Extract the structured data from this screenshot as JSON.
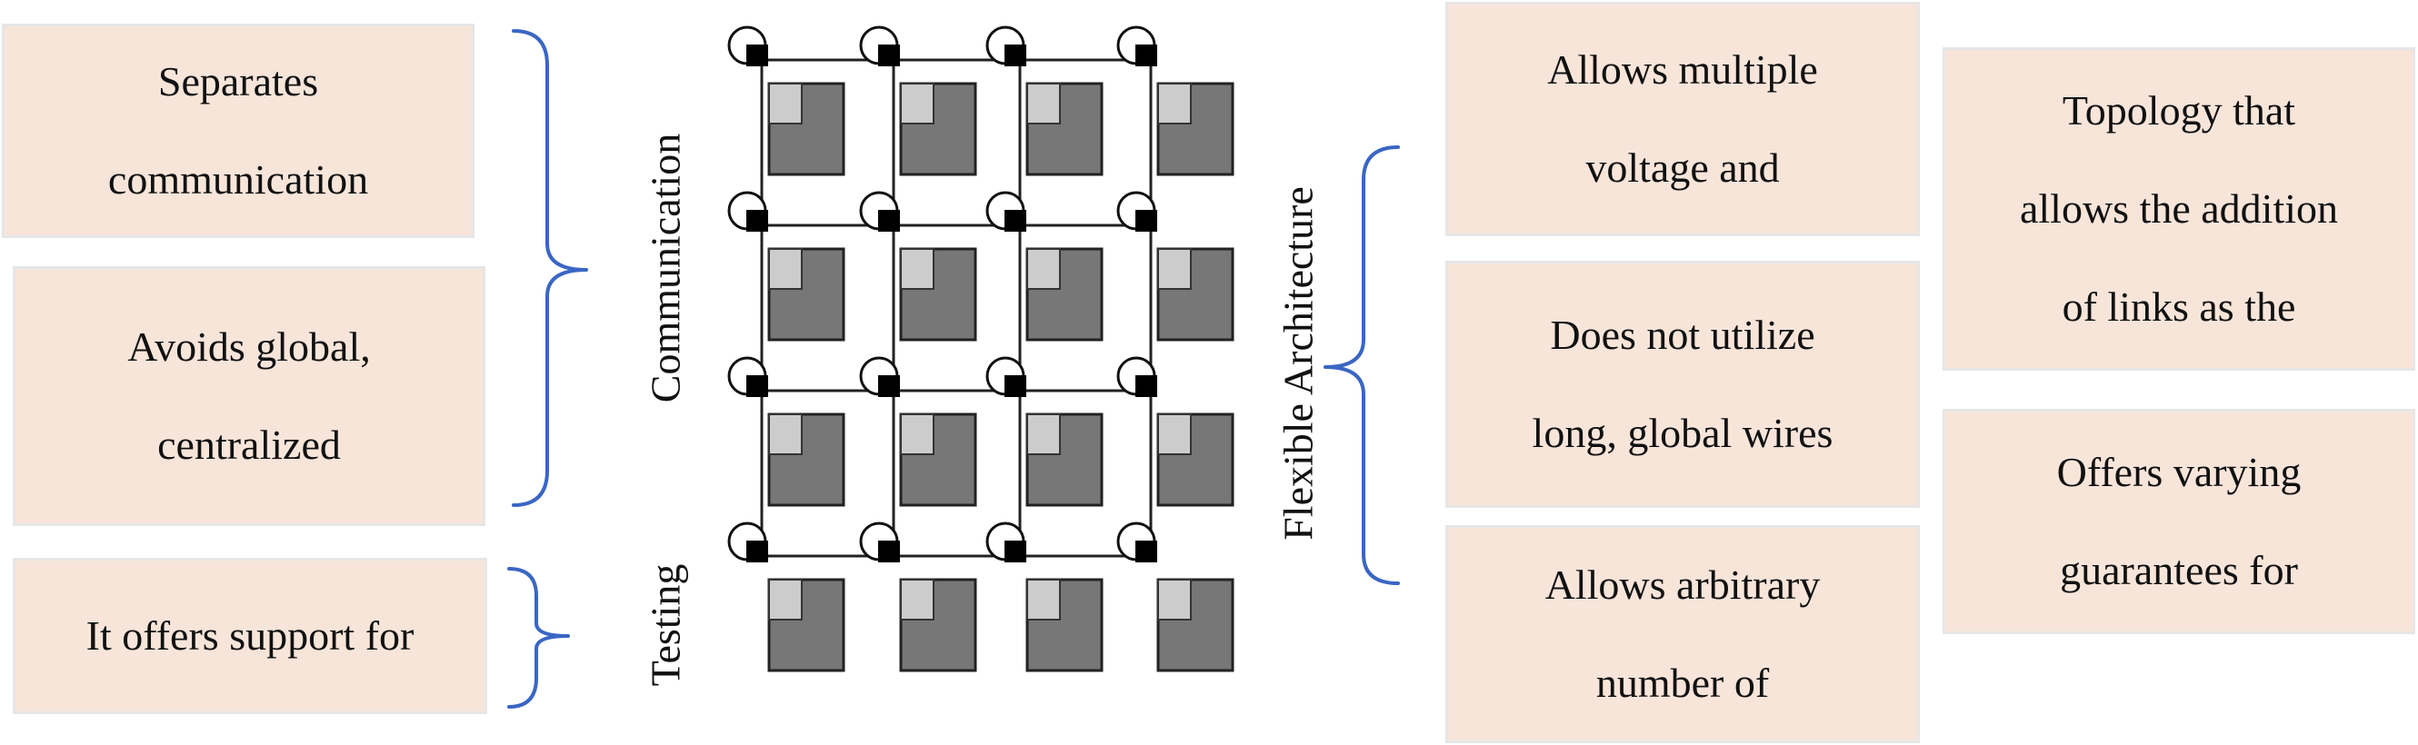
{
  "left_boxes": [
    {
      "lines": [
        "Separates",
        "communication"
      ]
    },
    {
      "lines": [
        "Avoids global,",
        "centralized"
      ]
    },
    {
      "lines": [
        "It offers support for"
      ]
    }
  ],
  "vertical_labels": {
    "communication": "Communication",
    "testing": "Testing",
    "flexible": "Flexible Architecture"
  },
  "middle_boxes": [
    {
      "lines": [
        "Allows multiple",
        "voltage and"
      ]
    },
    {
      "lines": [
        "Does not utilize",
        "long, global wires"
      ]
    },
    {
      "lines": [
        "Allows arbitrary",
        "number of"
      ]
    }
  ],
  "right_boxes": [
    {
      "lines": [
        "Topology that",
        "allows the addition",
        "of links as the"
      ]
    },
    {
      "lines": [
        "Offers varying",
        "guarantees for"
      ]
    }
  ],
  "colors": {
    "box_fill": "#f8e5da",
    "box_border": "#e6e6e6",
    "brace": "#3a66c4",
    "core_dark": "#777777",
    "core_light": "#cccccc"
  },
  "icons": {
    "router": "circle-router-icon",
    "network_interface": "square-ni-icon",
    "core": "processing-core-icon"
  }
}
